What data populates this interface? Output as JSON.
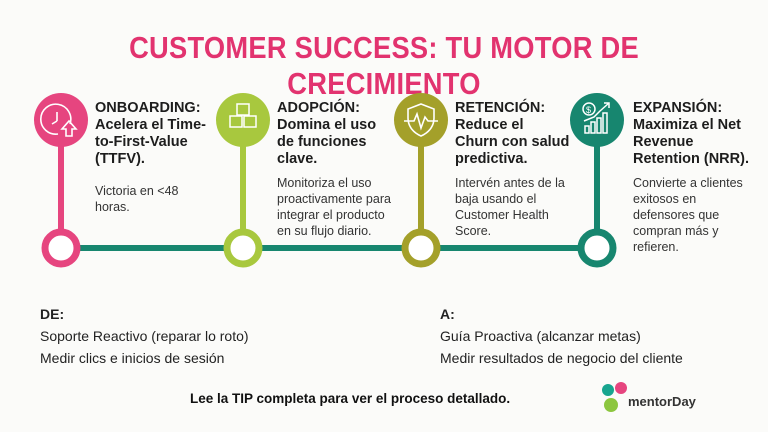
{
  "title": "CUSTOMER SUCCESS: TU MOTOR DE CRECIMIENTO",
  "steps": [
    {
      "heading": "ONBOARDING: Acelera el Time-to-First-Value (TTFV).",
      "body": "Victoria en <48 horas.",
      "icon": "clock-arrow-up-icon",
      "color": "#e6457f"
    },
    {
      "heading": "ADOPCIÓN: Domina el uso de funciones clave.",
      "body": "Monitoriza el uso proactivamente para integrar el producto en su flujo diario.",
      "icon": "cubes-icon",
      "color": "#a8c83e"
    },
    {
      "heading": "RETENCIÓN: Reduce el Churn con salud predictiva.",
      "body": "Intervén antes de la baja usando el Customer Health Score.",
      "icon": "shield-heartbeat-icon",
      "color": "#a4a02a"
    },
    {
      "heading": "EXPANSIÓN: Maximiza el Net Revenue Retention (NRR).",
      "body": "Convierte a clientes exitosos en defensores que compran más y refieren.",
      "icon": "dollar-growth-chart-icon",
      "color": "#17866f"
    }
  ],
  "from": {
    "label": "DE:",
    "lines": [
      "Soporte Reactivo (reparar lo roto)",
      "Medir clics e inicios de sesión"
    ]
  },
  "to": {
    "label": "A:",
    "lines": [
      "Guía Proactiva (alcanzar metas)",
      "Medir resultados de negocio del cliente"
    ]
  },
  "footer": "Lee la TIP completa para ver el proceso detallado.",
  "logo": "mentorDay"
}
